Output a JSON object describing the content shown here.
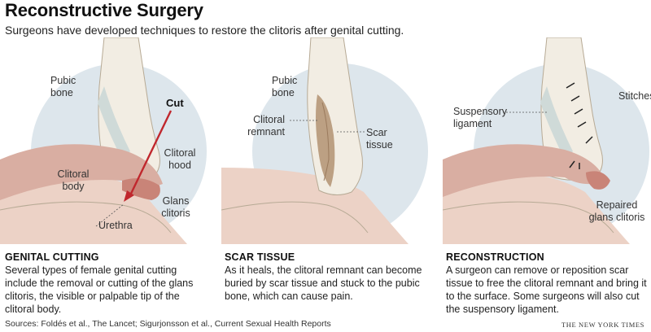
{
  "title": "Reconstructive Surgery",
  "subtitle": "Surgeons have developed techniques to restore the clitoris after genital cutting.",
  "panels": [
    {
      "heading": "GENITAL CUTTING",
      "description": "Several types of female genital cutting include the removal or cutting of the glans clitoris, the visible or palpable tip of the clitoral body.",
      "labels": {
        "pubic_bone": "Pubic bone",
        "cut": "Cut",
        "clitoral_hood": "Clitoral hood",
        "clitoral_body": "Clitoral body",
        "glans_clitoris": "Glans clitoris",
        "urethra": "Urethra"
      }
    },
    {
      "heading": "SCAR TISSUE",
      "description": "As it heals, the clitoral remnant can become buried by scar tissue and stuck to the pubic bone, which can cause pain.",
      "labels": {
        "pubic_bone": "Pubic bone",
        "clitoral_remnant": "Clitoral remnant",
        "scar_tissue": "Scar tissue"
      }
    },
    {
      "heading": "RECONSTRUCTION",
      "description": "A surgeon can remove or reposition scar tissue to free the clitoral remnant and bring it to the surface. Some surgeons will also cut the suspensory ligament.",
      "labels": {
        "suspensory_ligament": "Suspensory ligament",
        "stitches": "Stitches",
        "repaired_glans_clitoris": "Repaired glans clitoris"
      }
    }
  ],
  "sources": "Sources: Foldés et al., The Lancet; Sigurjonsson et al., Current Sexual Health Reports",
  "credit": "THE NEW YORK TIMES",
  "colors": {
    "background_circle": "#dde6ec",
    "tissue_fill": "#ecd2c6",
    "bone_fill": "#f2ede3",
    "body_fill": "#d9aea2",
    "tip_fill": "#c98478",
    "ligament": "#cfdad8",
    "scar": "#b39272",
    "cut_arrow": "#c0272d"
  }
}
